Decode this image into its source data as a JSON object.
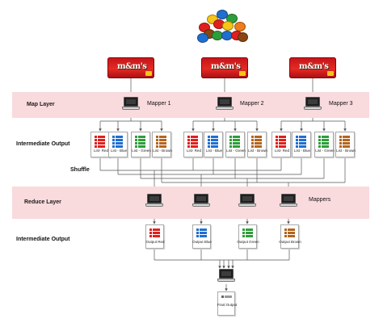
{
  "layers": {
    "map_layer": "Map Layer",
    "intermediate_output_1": "Intermediate Output",
    "shuffle": "Shuffle",
    "reduce_layer": "Reduce Layer",
    "intermediate_output_2": "Intermediate Output"
  },
  "bags": [
    {
      "logo": "m&m's"
    },
    {
      "logo": "m&m's"
    },
    {
      "logo": "m&m's"
    }
  ],
  "mappers": [
    {
      "label": "Mapper 1"
    },
    {
      "label": "Mapper 2"
    },
    {
      "label": "Mapper 3"
    }
  ],
  "reducers_label": "Mappers",
  "lists": [
    {
      "label": "List- Red",
      "color": "#e0201c"
    },
    {
      "label": "List - Blue",
      "color": "#1f6fd1"
    },
    {
      "label": "List - Green",
      "color": "#2e9e3a"
    },
    {
      "label": "List - Brown",
      "color": "#b5651d"
    },
    {
      "label": "List- Red",
      "color": "#e0201c"
    },
    {
      "label": "List - Blue",
      "color": "#1f6fd1"
    },
    {
      "label": "List - Green",
      "color": "#2e9e3a"
    },
    {
      "label": "List - Brown",
      "color": "#b5651d"
    },
    {
      "label": "List- Red",
      "color": "#e0201c"
    },
    {
      "label": "List - Blue",
      "color": "#1f6fd1"
    },
    {
      "label": "List - Green",
      "color": "#2e9e3a"
    },
    {
      "label": "List - Brown",
      "color": "#b5651d"
    }
  ],
  "outputs": [
    {
      "label": "Output Red",
      "color": "#e0201c"
    },
    {
      "label": "Output Blue",
      "color": "#1f6fd1"
    },
    {
      "label": "Output Green",
      "color": "#2e9e3a"
    },
    {
      "label": "Output Brown",
      "color": "#b5651d"
    }
  ],
  "final_output": {
    "label": "Final Output"
  },
  "colors": {
    "band": "#f9dadd",
    "red": "#e0201c",
    "blue": "#1f6fd1",
    "green": "#2e9e3a",
    "brown": "#b5651d",
    "yellow": "#f5c518",
    "orange": "#f07d1a",
    "wire": "#555555"
  },
  "icons": {
    "candy_pile": "candy-pile-icon",
    "bag": "candy-bag-icon",
    "computer": "laptop-icon",
    "document": "list-document-icon"
  }
}
